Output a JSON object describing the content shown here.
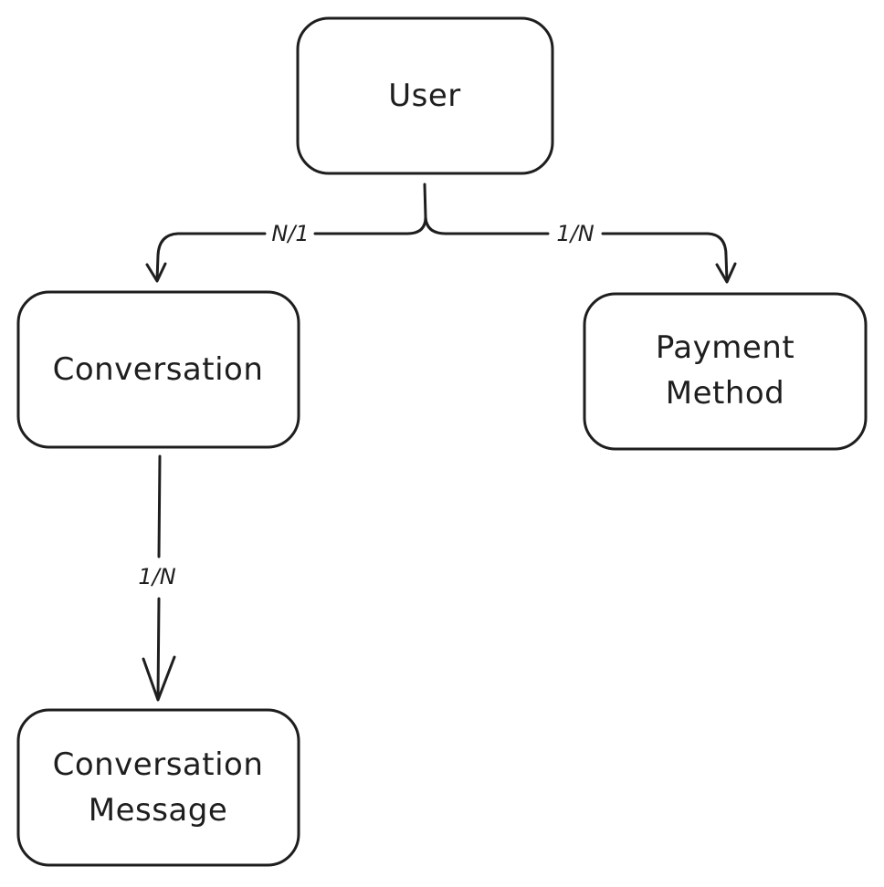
{
  "diagram": {
    "nodes": {
      "user": {
        "lines": [
          "User"
        ]
      },
      "conversation": {
        "lines": [
          "Conversation"
        ]
      },
      "payment_method": {
        "lines": [
          "Payment",
          "Method"
        ]
      },
      "conversation_message": {
        "lines": [
          "Conversation",
          "Message"
        ]
      }
    },
    "edges": {
      "user_conversation": {
        "label": "N/1"
      },
      "user_payment_method": {
        "label": "1/N"
      },
      "conversation_message": {
        "label": "1/N"
      }
    }
  },
  "colors": {
    "stroke": "#1e1e1e",
    "background": "#ffffff"
  }
}
